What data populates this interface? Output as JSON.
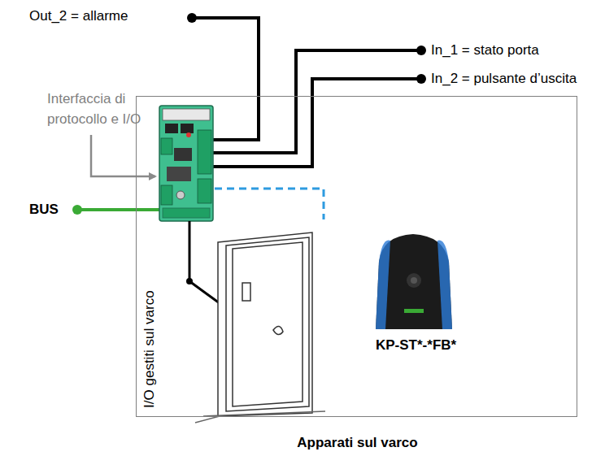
{
  "diagram": {
    "nodes": [
      {
        "text": [
          "I/O gestiti sul varco",
          "Apparati sul varco"
        ]
      }
    ],
    "labels": [
      "Out_2 = allarme",
      "In_1 = stato porta",
      "In_2 = pulsante d’uscita",
      "Interfaccia di protocollo e I/O",
      "BUS",
      "KP-ST*-*FB*"
    ]
  }
}
